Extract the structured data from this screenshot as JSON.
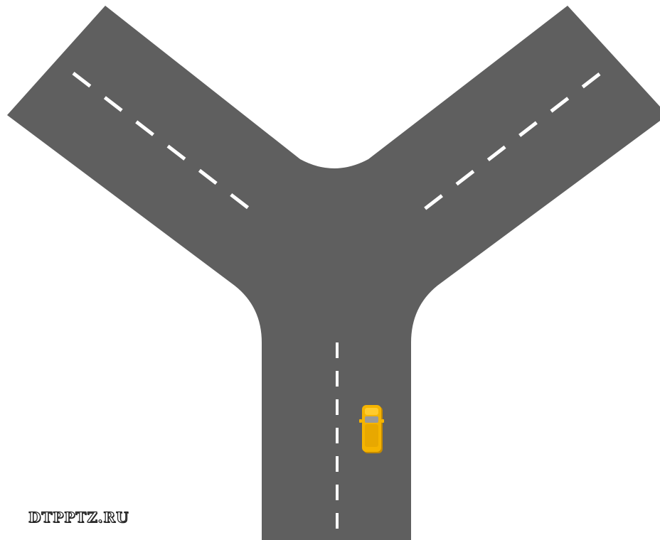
{
  "scene": {
    "type": "y-shaped-intersection",
    "colors": {
      "background": "#ffffff",
      "road": "#5f5f5f",
      "lane_marking": "#ffffff",
      "car_body": "#f5b400",
      "car_shadow": "#c48a00",
      "car_window": "#9a9a9a"
    },
    "car": {
      "icon": "car-icon",
      "color": "#f5b400",
      "facing": "up"
    }
  },
  "watermark": {
    "text": "DTPPTZ.RU"
  }
}
